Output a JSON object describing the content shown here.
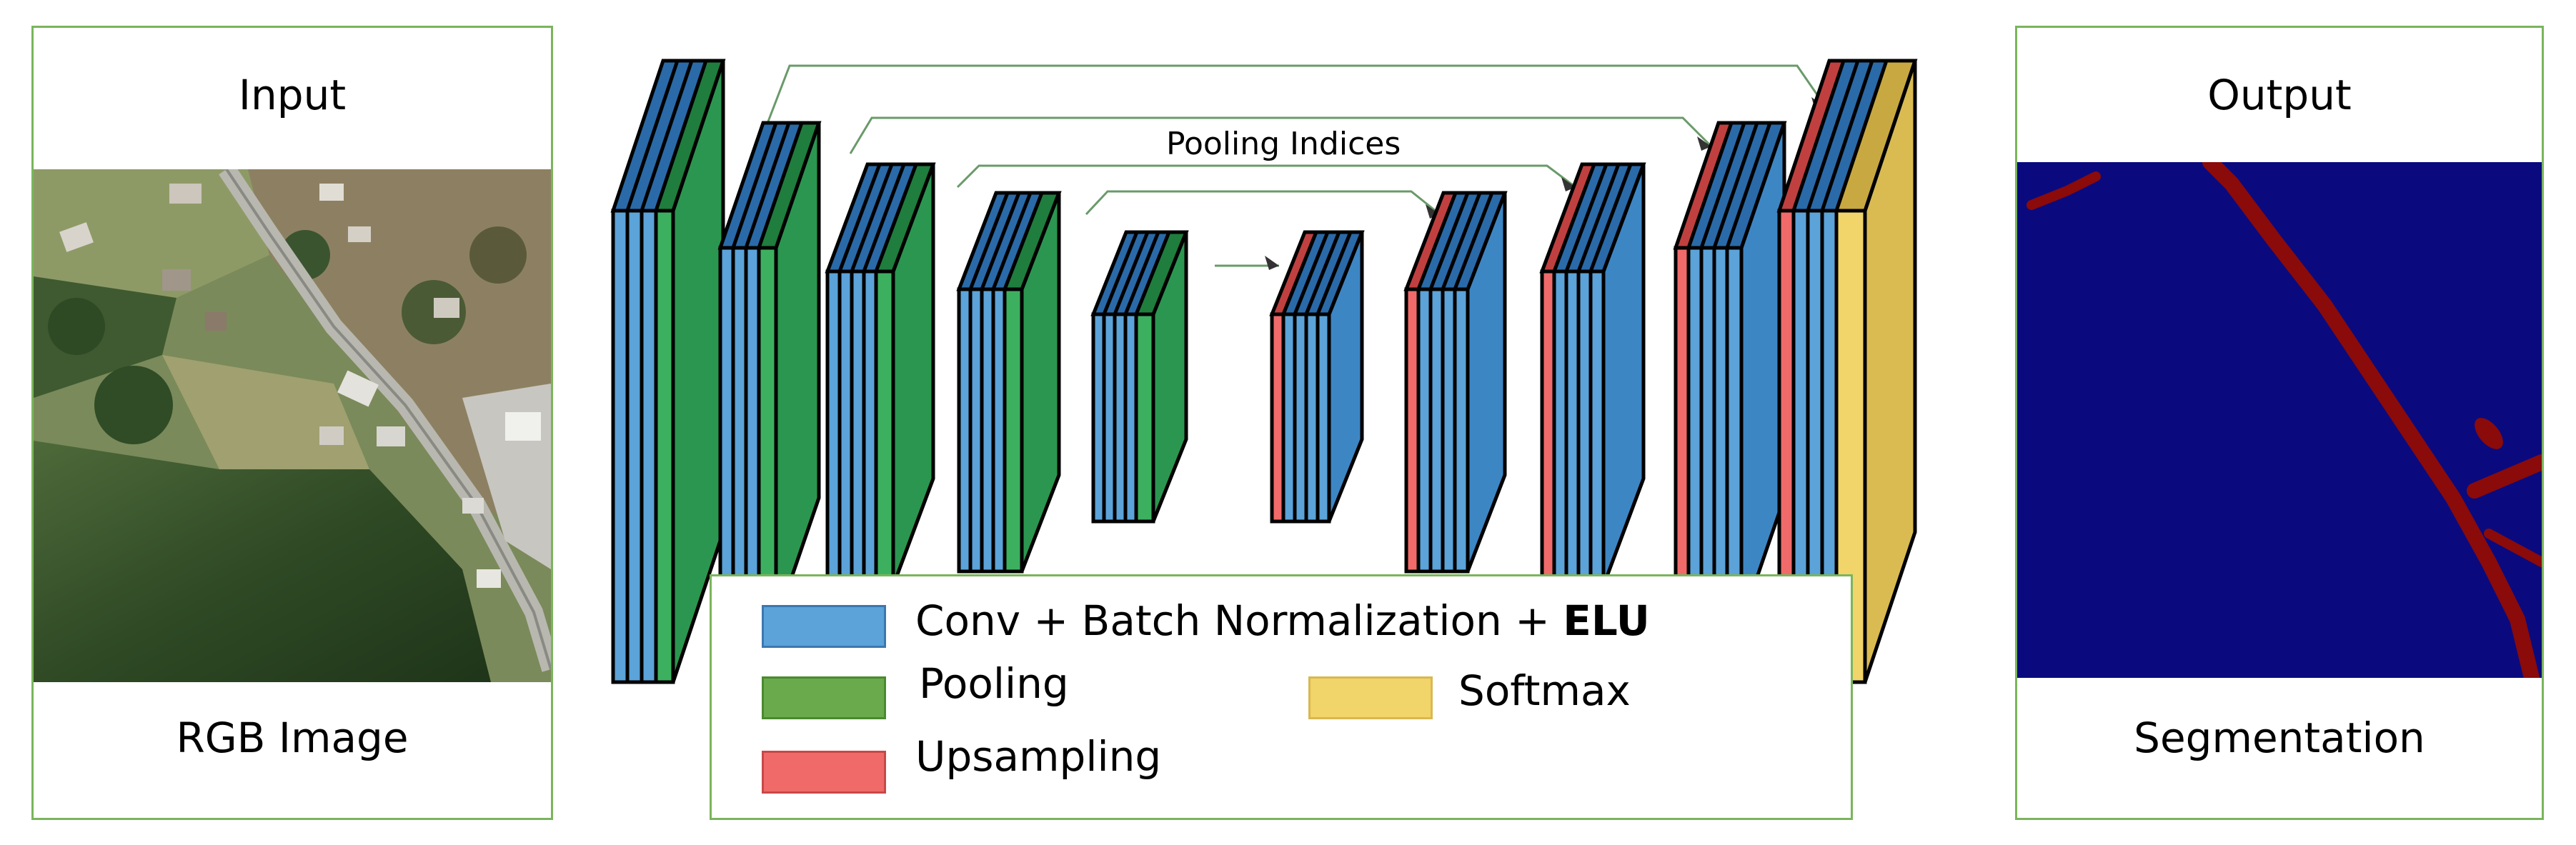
{
  "input": {
    "title": "Input",
    "caption": "RGB Image"
  },
  "output": {
    "title": "Output",
    "caption": "Segmentation"
  },
  "network": {
    "skip_label": "Pooling Indices"
  },
  "legend": {
    "conv_prefix": "Conv + Batch Normalization + ",
    "conv_bold": "ELU",
    "pooling": "Pooling",
    "upsampling": "Upsampling",
    "softmax": "Softmax"
  },
  "colors": {
    "conv": "#5ba3d9",
    "pooling": "#3db060",
    "upsampling": "#f06a6a",
    "softmax": "#f1d46a",
    "panel_border": "#7ab55c",
    "segmentation_background": "#0a0a7e",
    "segmentation_road": "#8b0a0a"
  }
}
